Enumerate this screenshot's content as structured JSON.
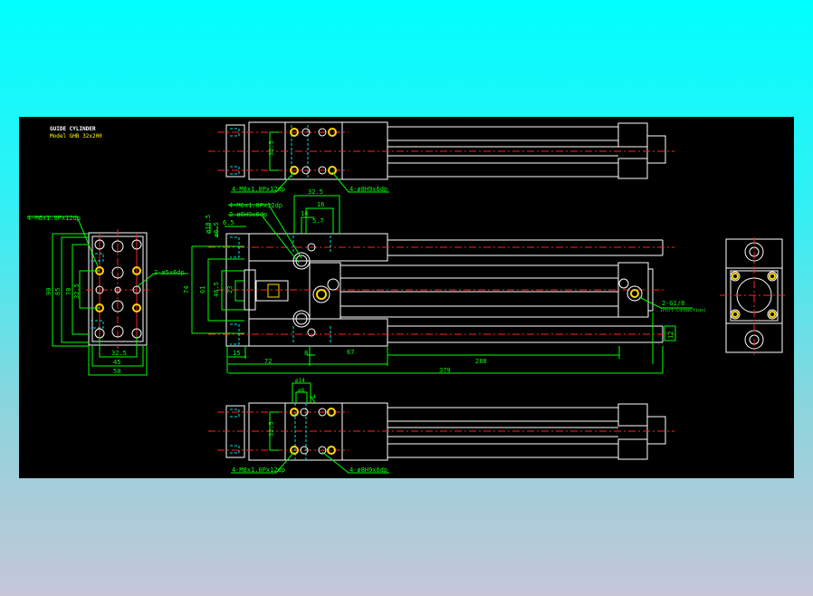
{
  "title_block": {
    "title": "GUIDE CYLINDER",
    "model": "Model GHB 32x200"
  },
  "colors": {
    "background_top": "#00ffff",
    "canvas": "#000000",
    "outline": "#ffffff",
    "dimension": "#00ff00",
    "centerline": "#ff2020",
    "hidden": "#00e0e0",
    "hole": "#ffd700"
  },
  "top_view": {
    "callout_left": "4-M8x1.0Px12dp",
    "callout_right": "4-ø8H9x6dp",
    "dim_side": "32.5"
  },
  "front_view": {
    "callout_m6": "4-M6x1.0Px12dp",
    "callout_pin": "2-ø6H9x6dp",
    "callout_port": "2-G1/8",
    "callout_port_sub": "(Port Connection)",
    "dims": {
      "d32_5": "32.5",
      "d16": "16",
      "d14": "14",
      "d5_7": "5.7",
      "d6_5": "6.5",
      "d10_5": "ø10.5",
      "d6_5b": "ø6.5",
      "d74": "74",
      "d61": "61",
      "d46_5": "46.5",
      "d23": "23",
      "d15": "15",
      "d72": "72",
      "d8": "8",
      "d67": "67",
      "d379": "379",
      "d288": "288",
      "d12": "12"
    }
  },
  "plate_view": {
    "callout_m6": "4-M6x1.0Px12dp",
    "callout_pin": "2-ø5x6dp",
    "dims": {
      "d90": "90",
      "d85": "85",
      "d78": "78",
      "d32_5v": "32.5",
      "d32_5h": "32.5",
      "d45": "45",
      "d50": "50"
    }
  },
  "bottom_view": {
    "callout_left": "4-M8x1.0Px12dp",
    "callout_right": "4-ø8H9x6dp",
    "dim_side": "32.5",
    "d14": "ø14",
    "d8": "ø8",
    "d4": "4"
  }
}
